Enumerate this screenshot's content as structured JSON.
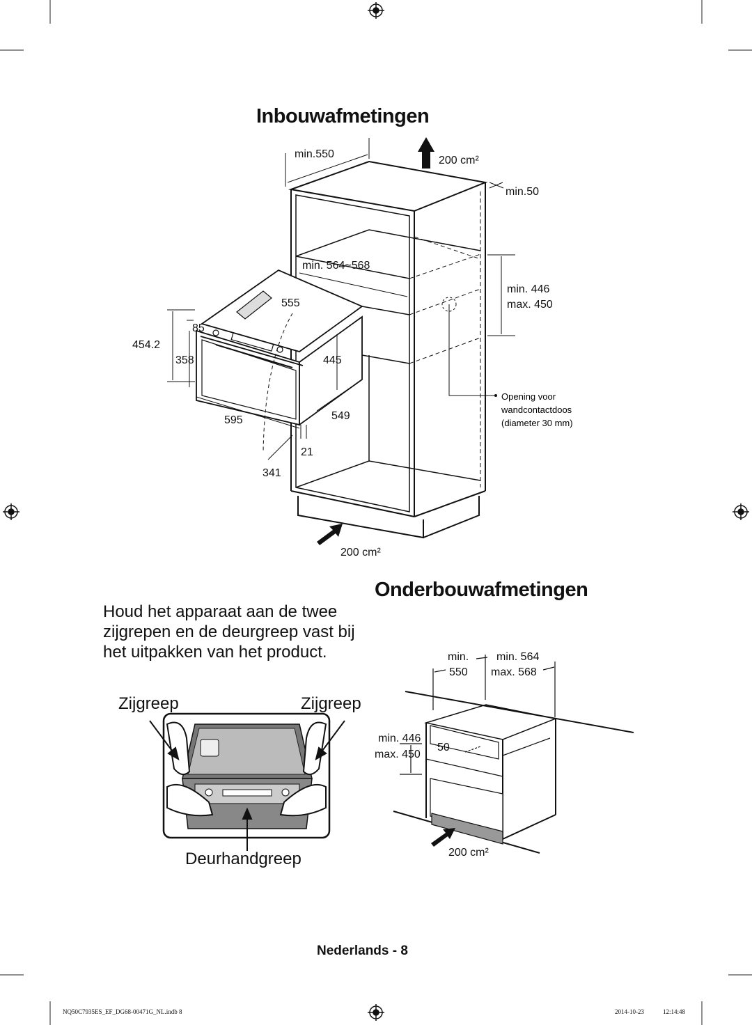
{
  "page": {
    "title_built_in": "Inbouwafmetingen",
    "title_under_counter": "Onderbouwafmetingen",
    "instruction": "Houd het apparaat aan de twee zijgrepen en de deurgreep vast bij het uitpakken van het product.",
    "footer": "Nederlands - 8",
    "print_file": "NQ50C7935ES_EF_DG68-00471G_NL.indb   8",
    "print_date": "2014-10-23",
    "print_time": "12:14:48"
  },
  "built_in": {
    "min550": "min.550",
    "vent_top": "200 cm²",
    "min50": "min.50",
    "opening_range": "min. 564~568",
    "d555": "555",
    "min446": "min. 446",
    "max450": "max. 450",
    "d85": "85",
    "d454": "454.2",
    "d358": "358",
    "d445": "445",
    "socket_note": [
      "Opening voor",
      "wandcontactdoos",
      "(diameter 30 mm)"
    ],
    "d595": "595",
    "d549": "549",
    "d21": "21",
    "d341": "341",
    "vent_bottom": "200 cm²"
  },
  "unpacking": {
    "side_grip_left": "Zijgreep",
    "side_grip_right": "Zijgreep",
    "door_handle": "Deurhandgreep"
  },
  "under_counter": {
    "min_label": "min.",
    "d550": "550",
    "min564": "min. 564",
    "max568": "max. 568",
    "min446": "min. 446",
    "max450": "max. 450",
    "d50": "50",
    "vent": "200 cm²"
  }
}
